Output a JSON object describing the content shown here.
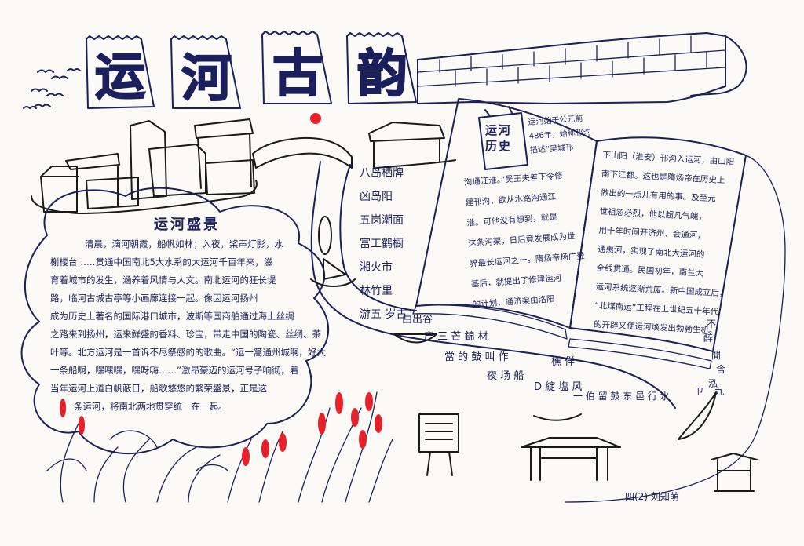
{
  "title": [
    "运",
    "河",
    "古",
    "韵"
  ],
  "section_left": {
    "heading": "运河盛景",
    "lines": [
      "清晨，滴河朝霞，船帆如林；入夜，桨声灯影，水",
      "榭楼台……贯通中国南北5大水系的大运河千百年来，滋",
      "育着城市的发生，涵养着风情与人文。南北运河的狂长堤",
      "路，临河古城古亭等小画廊连接一起。像因运河扬州",
      "成为历史上著名的国际港口城市，波斯等国商舶通过海上丝绸",
      "之路来到扬州，运来鲜盛的香料、珍宝，带走中国的陶瓷、丝绸、茶",
      "叶等。北方运河是一首诉不尽祭感的的歌曲。“运一篙通州城啊，好大",
      "一条船啊，嘿嘿嘿，嘿呀嗨……”激昂豪迈的运河号子响彻，着",
      "当年运河上道白帆蔽日，船歌悠悠的繁荣盛景，正是这",
      "条运河，将南北两地贯穿统一在一起。"
    ]
  },
  "section_right": {
    "heading": "运河历史",
    "left_page_lines": [
      "运河始于公元前",
      "486年，始称邗沟",
      "描述“吴城邗",
      "沟通江淮。”吴王夫差下令修",
      "建邗沟，欲从水路沟通江",
      "淮。可他没有想到，就是",
      "这条沟渠，日后竟发展成为世",
      "界最长运河之一。隋炀帝杨广登",
      "基后，就提出了修建运河",
      "的计划，通济渠由洛阳"
    ],
    "right_page_lines": [
      "下山阳（淮安）邗沟入运河，由山阳",
      "南下江都。这也是隋炀帝在历史上",
      "做出的一点儿有用的事。及至元",
      "世祖忽必烈，他以超凡气魄，",
      "用十年时间开济州、会通河，",
      "通惠河，实现了南北大运河的",
      "全线贯通。民国初年，南兰大",
      "运河系统逐渐荒废。新中国成立后，",
      "“北煤南运”工程在上世纪五十年代",
      "的开辟又使运河焕发出勃勃生机。"
    ]
  },
  "poem_columns": [
    "八岛栖牌",
    "凶岛阳",
    "五岗潮面",
    "富工鹤橱",
    "湘火市",
    "林竹里",
    "游五 岁古"
  ],
  "bottom_scatter": [
    "由出谷",
    "产 三 芒 錦 材",
    "當 的 鼓 叫 作",
    "夜 场 船",
    "櫵 佯",
    "D 綻 塩 风",
    "一 伯 留 鼓 东 邑 行 水"
  ],
  "right_scatter": [
    "不",
    "醉",
    "閒",
    "含",
    "泓",
    "ㄗ",
    "九"
  ],
  "signature": "四(2) 刘知萌",
  "colors": {
    "ink": "#1b1f5c",
    "accent": "#e8202a",
    "paper": "#fbfaf7"
  }
}
